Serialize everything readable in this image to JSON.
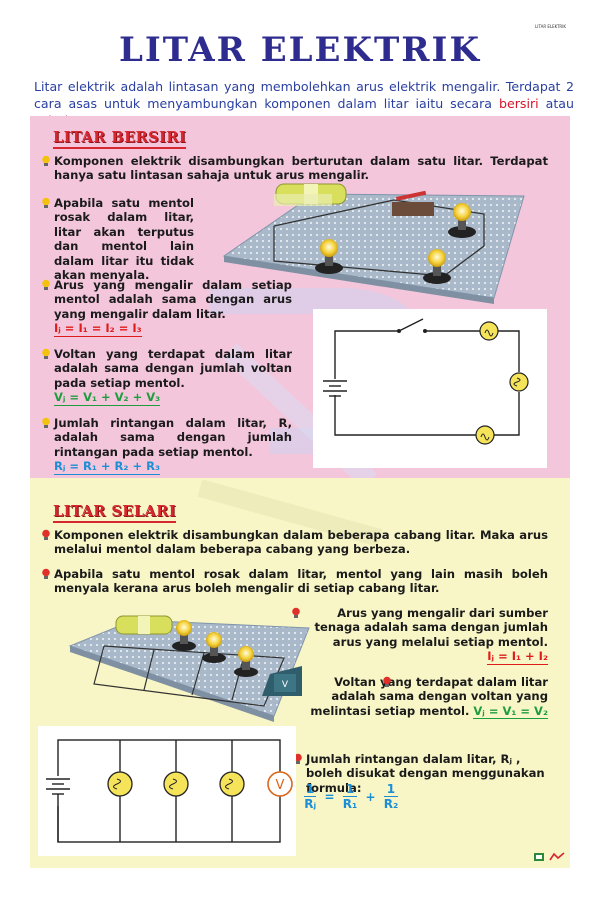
{
  "header": {
    "code": "LITAR ELEKTRIK",
    "title": "LITAR ELEKTRIK",
    "intro_part1": "Litar elektrik adalah lintasan yang membolehkan arus elektrik mengalir. Terdapat 2 cara asas untuk menyambungkan komponen dalam litar iaitu secara ",
    "intro_bersiri": "bersiri",
    "intro_atau": " atau ",
    "intro_selari": "selari",
    "intro_end": "."
  },
  "series": {
    "title": "LITAR BERSIRI",
    "item1": "Komponen elektrik disambungkan berturutan dalam satu litar. Terdapat hanya satu lintasan sahaja untuk arus mengalir.",
    "item2": "Apabila satu mentol rosak dalam litar, litar akan terputus dan mentol lain dalam litar itu tidak akan menyala.",
    "item3": "Arus yang mengalir dalam setiap mentol adalah sama dengan arus yang mengalir dalam litar.",
    "formula3": "Iⱼ = I₁ = I₂ = I₃",
    "item4": "Voltan yang terdapat dalam litar adalah sama dengan jumlah voltan pada setiap mentol.",
    "formula4": "Vⱼ = V₁ + V₂ + V₃",
    "item5": "Jumlah rintangan dalam litar, R, adalah sama dengan jumlah rintangan pada setiap mentol.",
    "formula5": "Rⱼ = R₁ + R₂ + R₃"
  },
  "parallel": {
    "title": "LITAR SELARI",
    "item1": "Komponen elektrik disambungkan dalam beberapa cabang litar. Maka arus melalui mentol dalam beberapa cabang yang berbeza.",
    "item2": "Apabila satu mentol rosak dalam litar, mentol yang lain masih boleh menyala kerana arus boleh mengalir di setiap cabang litar.",
    "item3": "Arus yang mengalir dari sumber tenaga adalah sama dengan jumlah arus yang melalui setiap mentol.",
    "formula3": "Iⱼ = I₁ + I₂",
    "item4": "Voltan yang terdapat dalam litar adalah sama dengan voltan yang melintasi setiap mentol.",
    "formula4": "Vⱼ = V₁ = V₂",
    "item5": "Jumlah rintangan dalam litar, Rⱼ , boleh disukat dengan menggunakan formula:",
    "frac_num1": "1",
    "frac_den1": "Rⱼ",
    "frac_num2": "1",
    "frac_den2": "R₁",
    "frac_num3": "1",
    "frac_den3": "R₂",
    "frac_eq": "=",
    "frac_plus": "+",
    "voltmeter_symbol": "V",
    "voltmeter_box_label": "V"
  },
  "colors": {
    "title": "#2f2c8f",
    "intro": "#2a3fa0",
    "pink_bg": "#f4c6dc",
    "yellow_bg": "#f8f6c6",
    "section_title": "#d6262e",
    "formula_red": "#e01b1b",
    "formula_green": "#1d9d3d",
    "formula_blue": "#1b8ed6"
  },
  "icons": {
    "series_bullet": "light-bulb-yellow-icon",
    "parallel_bullet": "light-bulb-red-icon"
  }
}
